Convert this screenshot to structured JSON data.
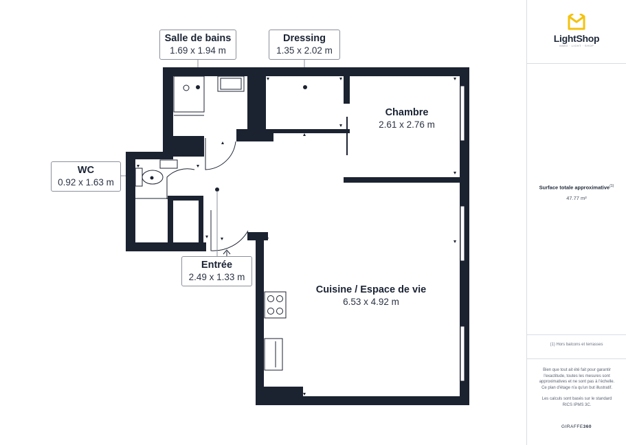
{
  "rooms": {
    "chambre": {
      "name": "Chambre",
      "dims": "2.61 x 2.76 m"
    },
    "cuisine": {
      "name": "Cuisine / Espace de vie",
      "dims": "6.53 x 4.92 m"
    }
  },
  "callouts": {
    "salle_de_bains": {
      "name": "Salle de bains",
      "dims": "1.69 x 1.94 m"
    },
    "dressing": {
      "name": "Dressing",
      "dims": "1.35 x 2.02 m"
    },
    "wc": {
      "name": "WC",
      "dims": "0.92 x 1.63 m"
    },
    "entree": {
      "name": "Entrée",
      "dims": "2.49 x 1.33 m"
    }
  },
  "sidebar": {
    "brand": "LightShop",
    "brand_tagline": "IMMO · LIGHT · SHOP",
    "surface_title": "Surface totale approximative",
    "surface_sup": "(1)",
    "surface_value": "47.77 m²",
    "footnote": "(1) Hors balcons et terrasses",
    "disclaimer_1": "Bien que tout ait été fait pour garantir l'exactitude, toutes les mesures sont approximatives et ne sont pas à l'échelle. Ce plan d'étage n'a qu'un but illustratif.",
    "disclaimer_2": "Les calculs sont basés sur le standard RICS IPMS 3C.",
    "credit_prefix": "GIRAFFE",
    "credit_suffix": "360"
  },
  "colors": {
    "wall": "#1b2230",
    "brand_accent": "#f4c20d",
    "text": "#1a2333"
  }
}
